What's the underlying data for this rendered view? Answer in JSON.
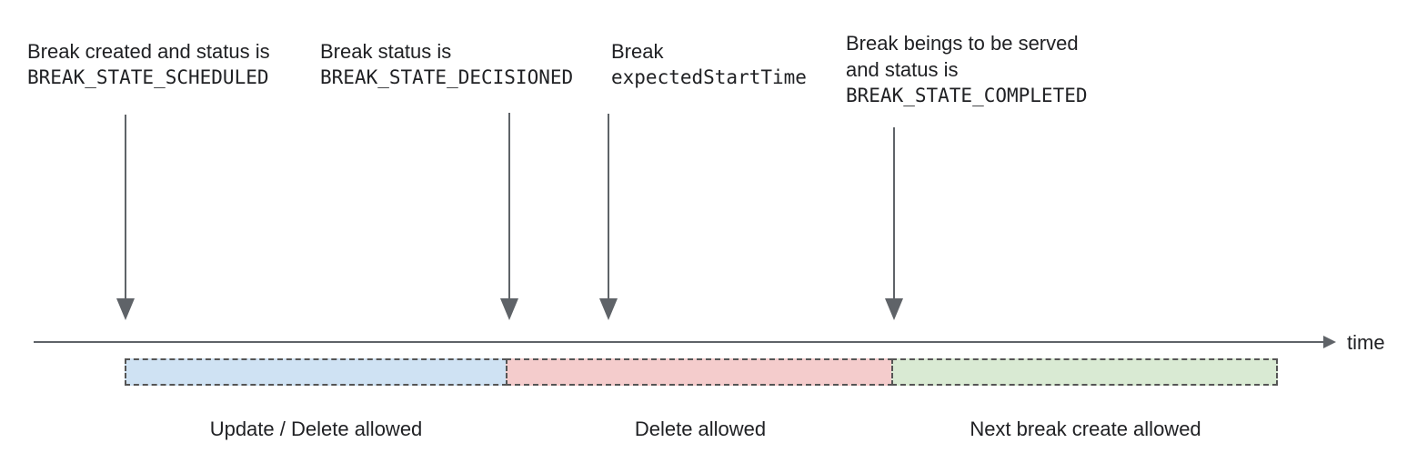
{
  "diagram": {
    "annotations": [
      {
        "lines": [
          "Break created and status is"
        ],
        "code": "BREAK_STATE_SCHEDULED"
      },
      {
        "lines": [
          "Break status is"
        ],
        "code": "BREAK_STATE_DECISIONED"
      },
      {
        "lines": [
          "Break"
        ],
        "code": "expectedStartTime"
      },
      {
        "lines": [
          "Break beings to be served",
          "and status is"
        ],
        "code": "BREAK_STATE_COMPLETED"
      }
    ],
    "axis": {
      "label": "time",
      "line_color": "#5f6368"
    },
    "segments": [
      {
        "label": "Update / Delete allowed",
        "fill": "#cfe2f3",
        "border_color": "#555555"
      },
      {
        "label": "Delete allowed",
        "fill": "#f4cccc",
        "border_color": "#555555"
      },
      {
        "label": "Next break create allowed",
        "fill": "#d9ead3",
        "border_color": "#555555"
      }
    ]
  }
}
